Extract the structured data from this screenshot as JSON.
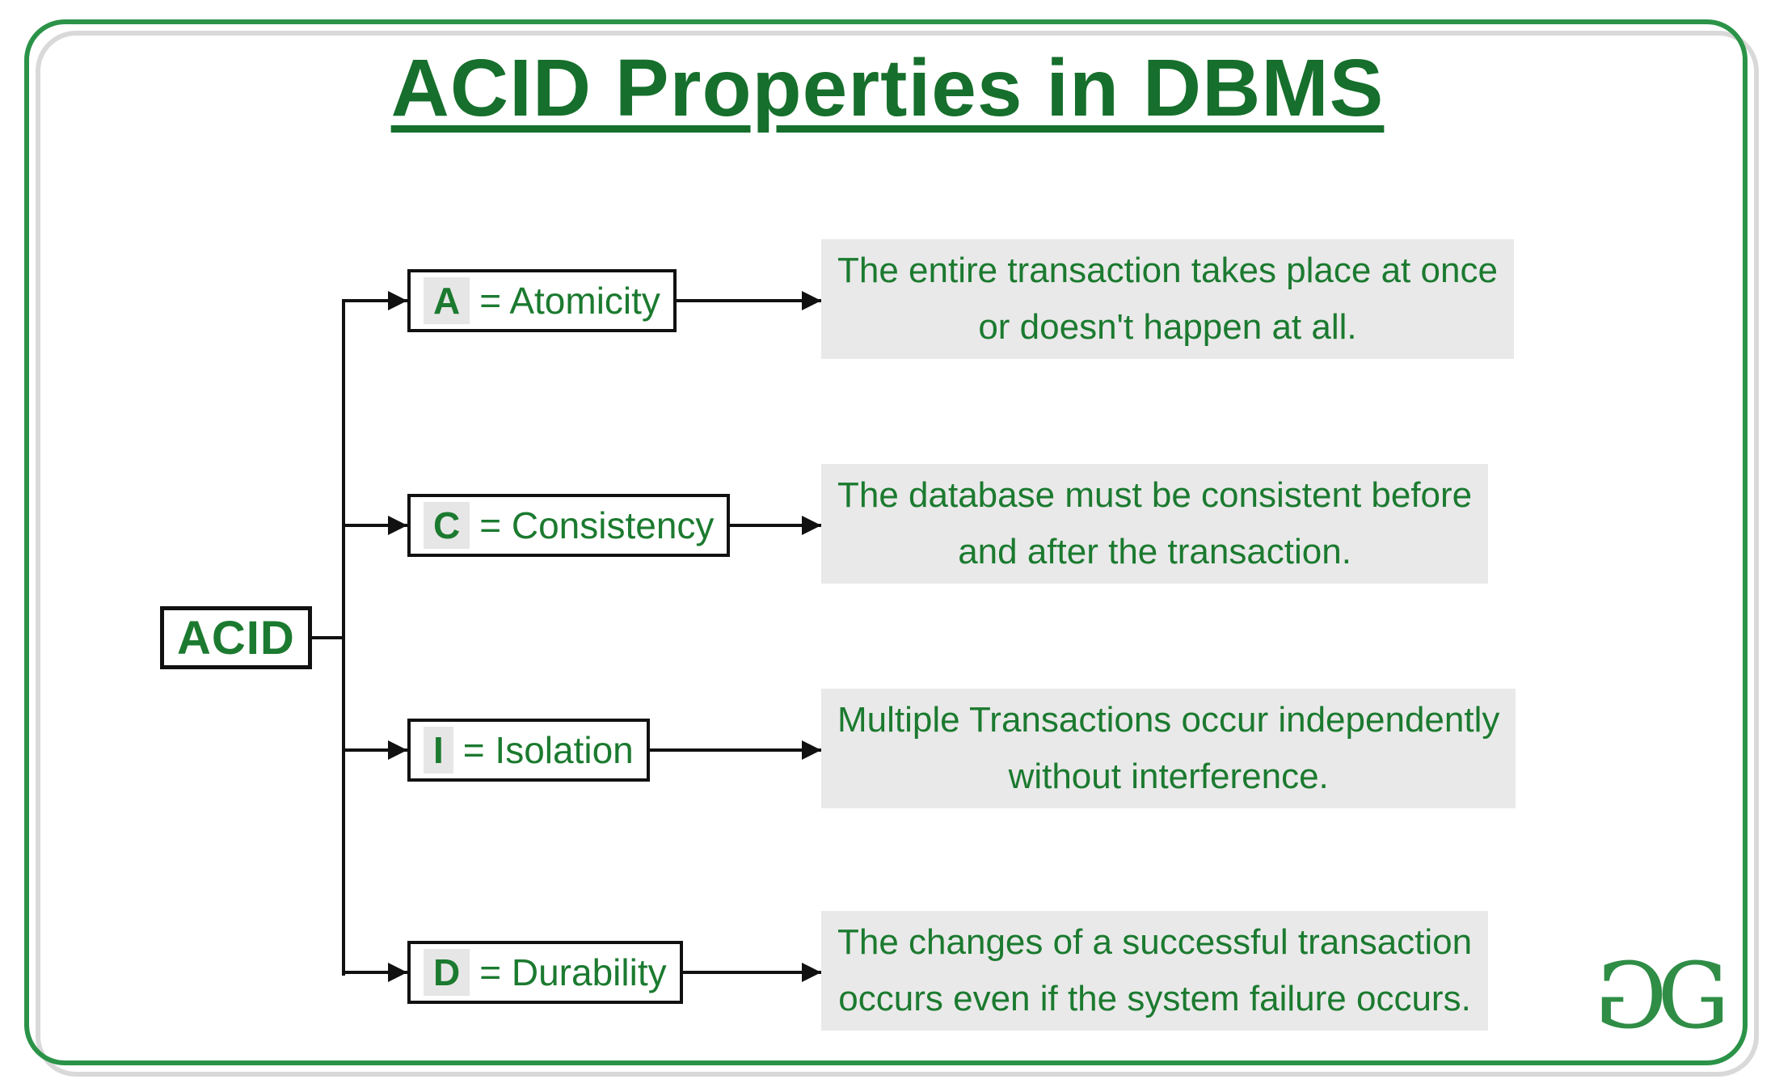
{
  "page": {
    "title": "ACID Properties in DBMS"
  },
  "diagram": {
    "root": {
      "label": "ACID"
    },
    "rows": [
      {
        "letter": "A",
        "rest": "= Atomicity",
        "description_line1": "The entire transaction takes place at once",
        "description_line2": "or doesn't happen at all."
      },
      {
        "letter": "C",
        "rest": "= Consistency",
        "description_line1": "The database must be consistent before",
        "description_line2": "and after the transaction."
      },
      {
        "letter": "I",
        "rest": "= Isolation",
        "description_line1": "Multiple Transactions occur independently",
        "description_line2": "without interference."
      },
      {
        "letter": "D",
        "rest": "= Durability",
        "description_line1": "The changes of a successful transaction",
        "description_line2": "occurs even if the system failure occurs."
      }
    ]
  },
  "branding": {
    "logo_name": "geeksforgeeks-logo",
    "logo_letters": [
      "G",
      "G"
    ]
  },
  "colors": {
    "title_green": "#166f2c",
    "text_green": "#1b7a2f",
    "frame_green": "#2b9348",
    "frame_shadow_gray": "#d9d9d9",
    "logo_green": "#2f8d46",
    "description_background": "#e9e9e9",
    "letter_highlight": "#e6e6e6",
    "line_black": "#111111"
  }
}
